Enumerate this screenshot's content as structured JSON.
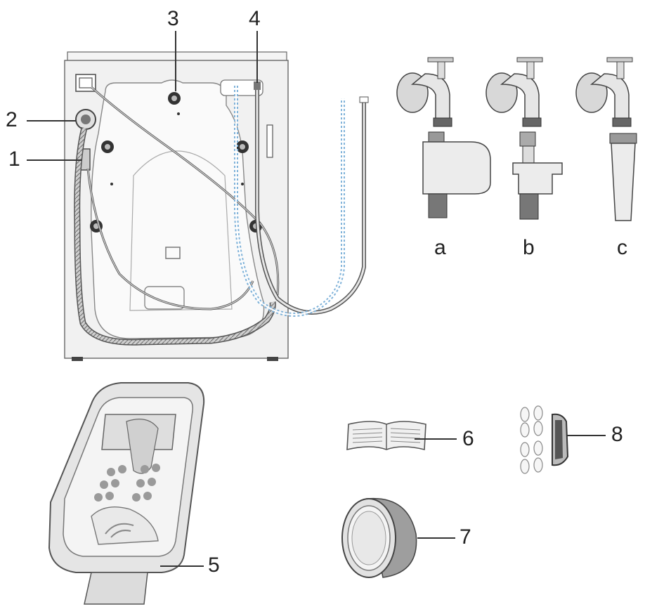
{
  "callouts": {
    "n1": "1",
    "n2": "2",
    "n3": "3",
    "n4": "4",
    "n5": "5",
    "n6": "6",
    "n7": "7",
    "n8": "8"
  },
  "adapters": {
    "a": "a",
    "b": "b",
    "c": "c"
  },
  "colors": {
    "stroke": "#444444",
    "panel": "#f2f2f2",
    "hose_blue": "#7fb2d9",
    "ring": "#9a9a9a"
  }
}
